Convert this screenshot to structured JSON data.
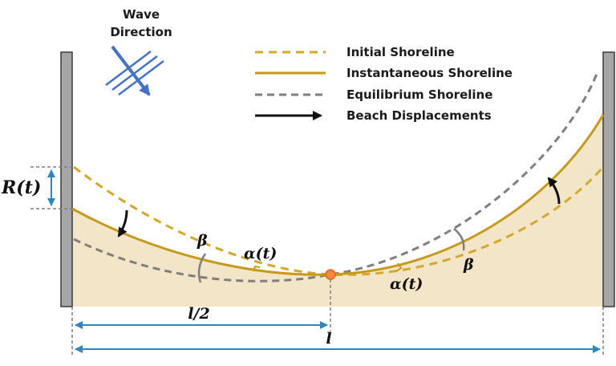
{
  "wave": {
    "line1": "Wave",
    "line2": "Direction"
  },
  "legend": {
    "initial": "Initial Shoreline",
    "instantaneous": "Instantaneous Shoreline",
    "equilibrium": "Equilibrium Shoreline",
    "displacement": "Beach Displacements"
  },
  "labels": {
    "r_t": "R(t)",
    "beta_left": "β",
    "alpha_left": "α(t)",
    "beta_right": "β",
    "alpha_right": "α(t)",
    "half_length": "l/2",
    "length": "l"
  },
  "colors": {
    "initial": "#d4a82c",
    "instantaneous": "#c79a1e",
    "equilibrium": "#7f7f7f",
    "sand": "#f3e6c8",
    "wall": "#a6a6a6",
    "dimension": "#2e86c1",
    "wave": "#4472c4",
    "pivot": "#f5873c"
  }
}
